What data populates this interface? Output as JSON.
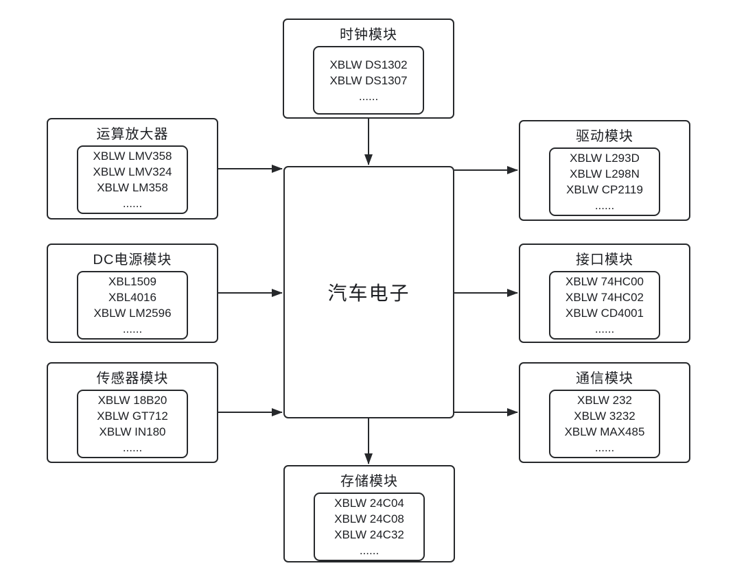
{
  "center_label": "汽车电子",
  "modules": {
    "clock": {
      "title": "时钟模块",
      "parts": [
        "XBLW DS1302",
        "XBLW DS1307",
        "......"
      ]
    },
    "opamp": {
      "title": "运算放大器",
      "parts": [
        "XBLW LMV358",
        "XBLW LMV324",
        "XBLW LM358",
        "......"
      ]
    },
    "dc_power": {
      "title": "DC电源模块",
      "parts": [
        "XBL1509",
        "XBL4016",
        "XBLW LM2596",
        "......"
      ]
    },
    "sensor": {
      "title": "传感器模块",
      "parts": [
        "XBLW 18B20",
        "XBLW GT712",
        "XBLW IN180",
        "......"
      ]
    },
    "drive": {
      "title": "驱动模块",
      "parts": [
        "XBLW L293D",
        "XBLW L298N",
        "XBLW CP2119",
        "......"
      ]
    },
    "interface": {
      "title": "接口模块",
      "parts": [
        "XBLW 74HC00",
        "XBLW 74HC02",
        "XBLW CD4001",
        "......"
      ]
    },
    "communication": {
      "title": "通信模块",
      "parts": [
        "XBLW 232",
        "XBLW 3232",
        "XBLW MAX485",
        "......"
      ]
    },
    "storage": {
      "title": "存储模块",
      "parts": [
        "XBLW 24C04",
        "XBLW 24C08",
        "XBLW 24C32",
        "......"
      ]
    }
  },
  "connections": [
    {
      "from": "clock",
      "to": "center"
    },
    {
      "from": "opamp",
      "to": "center"
    },
    {
      "from": "dc_power",
      "to": "center"
    },
    {
      "from": "sensor",
      "to": "center"
    },
    {
      "from": "center",
      "to": "drive"
    },
    {
      "from": "center",
      "to": "interface"
    },
    {
      "from": "center",
      "to": "communication"
    },
    {
      "from": "center",
      "to": "storage"
    }
  ],
  "colors": {
    "line": "#26282b",
    "text": "#1d1f23",
    "background": "#ffffff"
  }
}
